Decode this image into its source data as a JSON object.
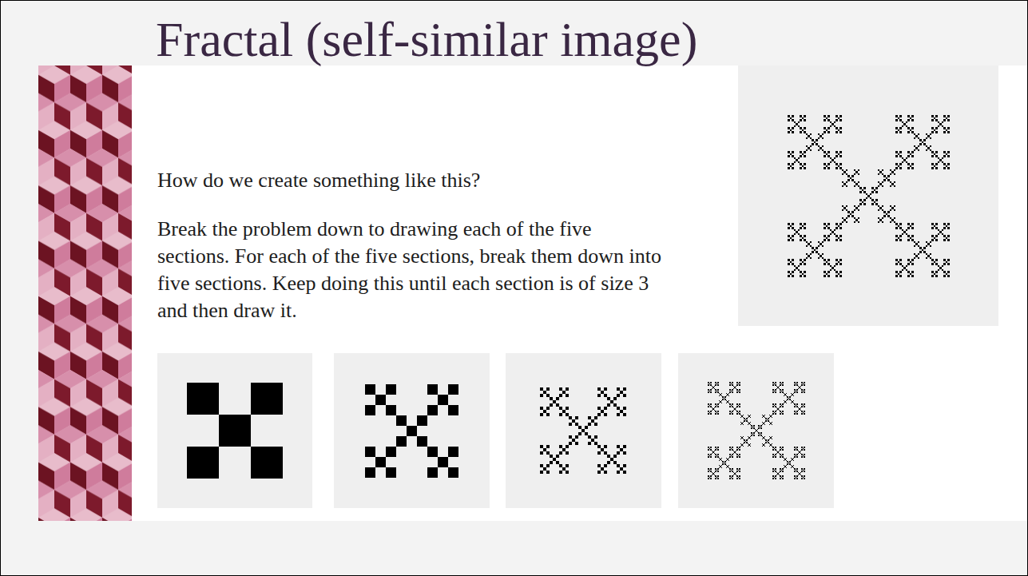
{
  "diagram": {
    "title": "Fractal (self-similar image)",
    "labels": [
      "How do we create something like this?",
      "Break the problem down to drawing each of the five sections. For each of the five sections, break them down into five sections. Keep doing this until each section is of size 3 and then draw it."
    ]
  }
}
